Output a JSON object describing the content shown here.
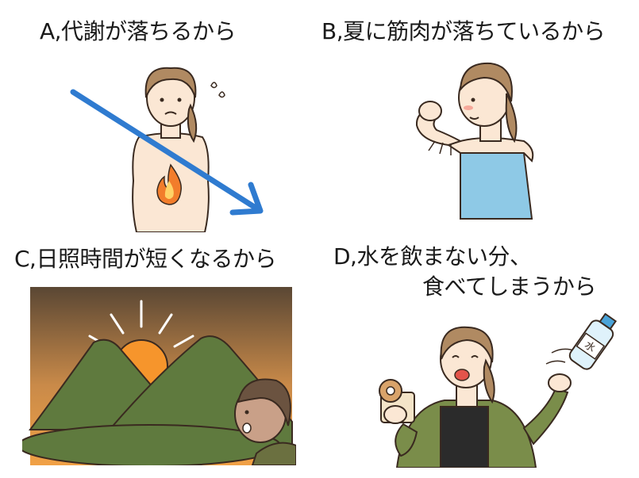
{
  "captions": {
    "a": "A,代謝が落ちるから",
    "b": "B,夏に筋肉が落ちているから",
    "c": "C,日照時間が短くなるから",
    "d_line1": "D,水を飲まない分、",
    "d_line2": "食べてしまうから"
  },
  "bottle_label": "水",
  "colors": {
    "arrow": "#2f7bd0",
    "skin": "#fbe7d4",
    "hair": "#b08a62",
    "tank_top": "#8ec9e6",
    "flame": "#f27d2b",
    "mountain": "#5f7a3e",
    "sun": "#f6952c",
    "sky_top": "#5a4734",
    "sky_bottom": "#f1a146",
    "cardigan": "#7a8d4a"
  }
}
